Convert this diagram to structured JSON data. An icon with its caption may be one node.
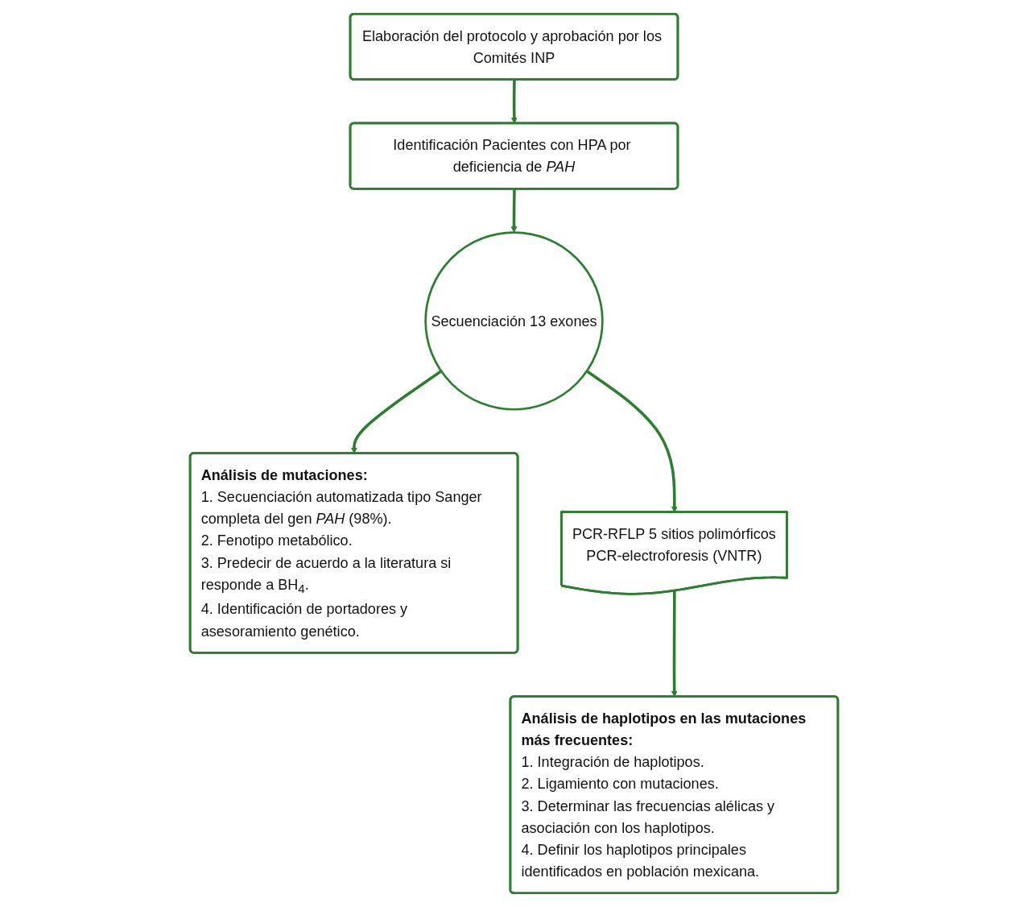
{
  "diagram": {
    "nodes": [
      {
        "text": [
          "Elaboración del protocolo y aprobación por los Comités INP"
        ]
      },
      {
        "text": [
          "Análisis de mutaciones:",
          "1. Secuenciación automatizada tipo Sanger completa del gen *PAH* (98%).",
          "2. Fenotipo metabólico.",
          "3. Predecir de acuerdo a la literatura si responde a BH$_{4}$.",
          "4. Identificación de portadores y asesoramiento genético."
        ]
      },
      {
        "text": [
          "Identificación Pacientes con HPA por deficiencia de *PAH*"
        ]
      },
      {
        "text": [
          "Secuenciación 13 exones"
        ]
      },
      {
        "text": [
          "Análisis de haplotipos en las mutaciones más frecuentes:",
          "1. Integración de haplotipos.",
          "2. Ligamiento con mutaciones.",
          "3. Determinar las frecuencias alélicas y asociación con los haplotipos.",
          "4. Definir los haplotipos principales identificados en población mexicana."
        ]
      },
      {
        "text": [
          "PCR-RFLP 5 sitios polimórficos",
          "PCR-electroforesis (VNTR)"
        ]
      }
    ],
    "edges": [
      {
        "from": 0,
        "to": 2,
        "arrow": "to"
      },
      {
        "from": 2,
        "to": 3,
        "arrow": "to"
      },
      {
        "from": 3,
        "to": 1,
        "arrow": "to"
      },
      {
        "from": 3,
        "to": 5,
        "arrow": "to"
      },
      {
        "from": 5,
        "to": 4,
        "arrow": "to"
      }
    ]
  }
}
